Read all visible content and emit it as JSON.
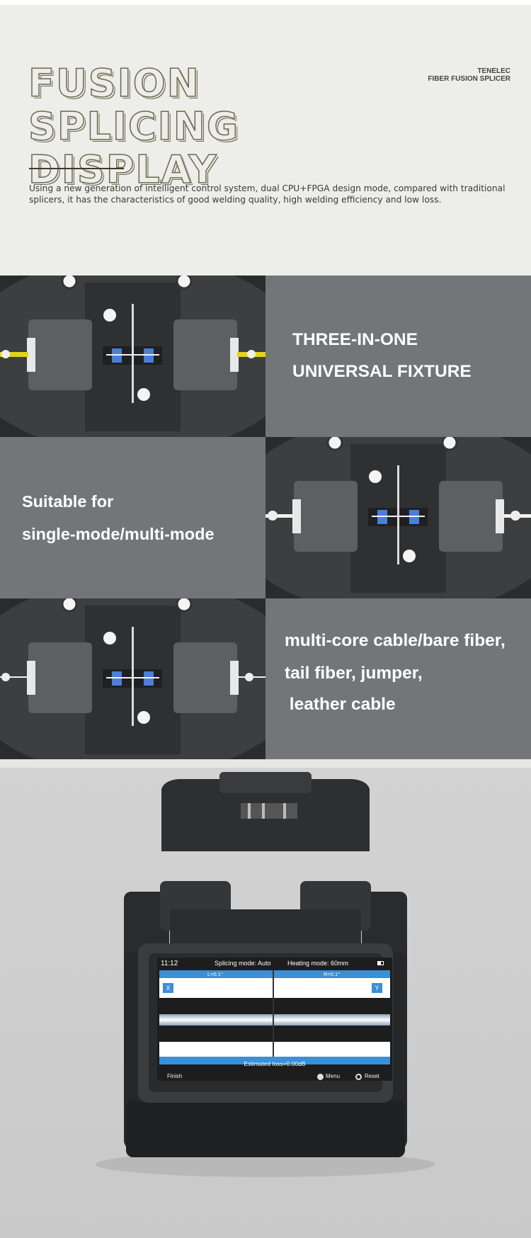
{
  "header": {
    "title_line1": "FUSION SPLICING",
    "title_line2": "DISPLAY",
    "brand": "TENELEC",
    "product_type": "FIBER FUSION SPLICER",
    "description_line1": "Using a new generation of intelligent control system, dual CPU+FPGA design mode, compared with traditional",
    "description_line2": "splicers, it has the characteristics of good welding quality, high welding efficiency and low loss."
  },
  "features": {
    "f1": {
      "line1": "THREE-IN-ONE",
      "line2": "UNIVERSAL FIXTURE"
    },
    "f2": {
      "line1": "Suitable for",
      "line2": "single-mode/multi-mode"
    },
    "f3": {
      "line1": "multi-core cable/bare fiber,",
      "line2": "tail fiber, jumper,",
      "line3": " leather cable"
    }
  },
  "screen": {
    "time": "11:12",
    "splicing_mode": "Splicing mode:  Auto",
    "heating_mode": "Heating mode:  60mm",
    "left_angle": "L=0.1°",
    "right_angle": "R=0.1°",
    "x_button": "X",
    "y_button": "Y",
    "estimated_loss": "Estimated loss=0.00dB",
    "finish": "Finish",
    "menu": "Menu",
    "reset": "Reset"
  },
  "colors": {
    "header_bg": "#ededea",
    "panel_gray": "#737579",
    "title_outline": "#6b6a4e",
    "screen_blue": "#3a8fd6",
    "fiber_yellow": "#e4d21c",
    "v_groove_blue": "#4a7fd8"
  },
  "icons": [
    "menu-icon",
    "reset-icon",
    "battery-icon"
  ]
}
